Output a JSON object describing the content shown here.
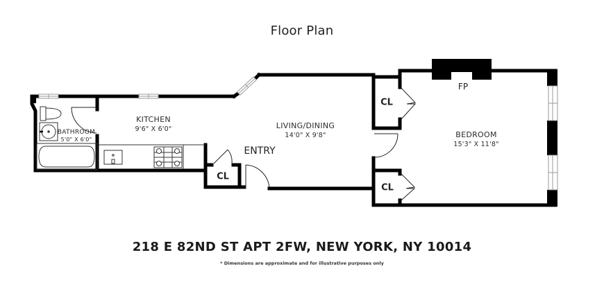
{
  "header": {
    "title": "Floor Plan"
  },
  "rooms": {
    "kitchen": {
      "name": "KITCHEN",
      "dimensions": "9'6\" X 6'0\""
    },
    "bathroom": {
      "name": "BATHROOM",
      "dimensions": "5'0\" X 6'0\""
    },
    "living_dining": {
      "name": "LIVING/DINING",
      "dimensions": "14'0\" X 9'8\""
    },
    "bedroom": {
      "name": "BEDROOM",
      "dimensions": "15'3\" X 11'8\""
    }
  },
  "labels": {
    "entry": "ENTRY",
    "fireplace": "FP",
    "closet_entry": "CL",
    "closet_bedroom_top": "CL",
    "closet_bedroom_bottom": "CL"
  },
  "footer": {
    "address": "218 E 82ND ST APT 2FW, NEW YORK, NY 10014",
    "disclaimer": "* Dimensions are approximate and for illustrative purposes only"
  },
  "colors": {
    "wall": "#000000",
    "fixture_line": "#333333",
    "window_line": "#9a9a9a",
    "background": "#ffffff"
  }
}
